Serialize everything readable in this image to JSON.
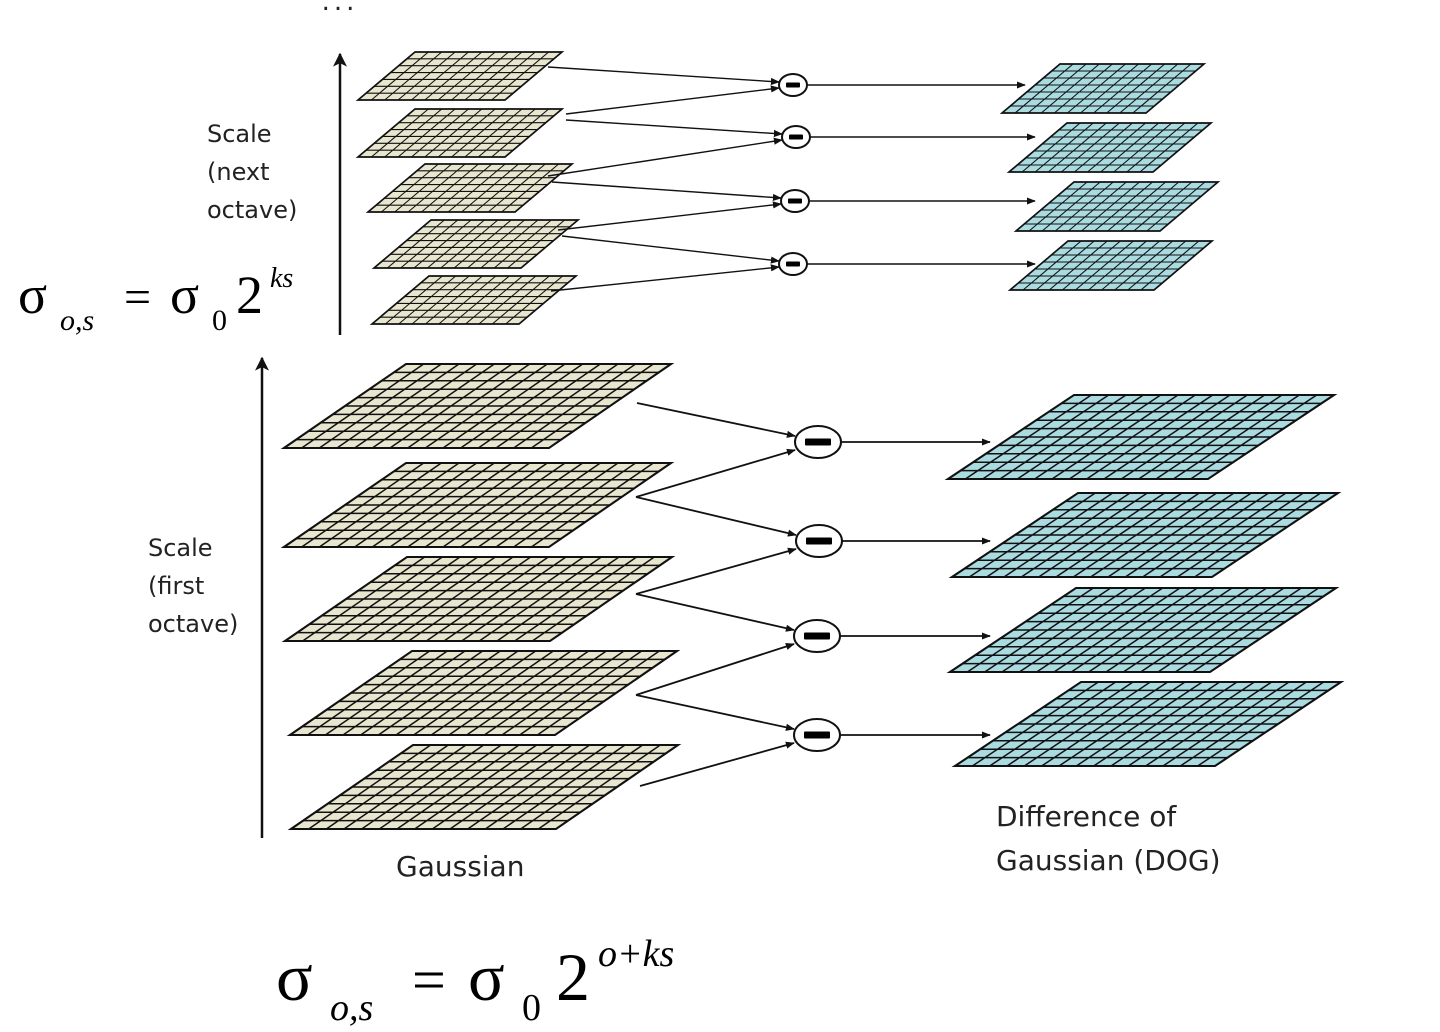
{
  "ellipsis": "...",
  "labels": {
    "next_octave": [
      "Scale",
      "(next",
      "octave)"
    ],
    "first_octave": [
      "Scale",
      "(first",
      "octave)"
    ],
    "gaussian": "Gaussian",
    "dog": [
      "Difference of",
      "Gaussian (DOG)"
    ]
  },
  "formula_top": {
    "sigma": "σ",
    "sub": "o,s",
    "eq": "=",
    "sigma0": "σ",
    "sub0": "0",
    "base": "2",
    "exp": "ks"
  },
  "formula_bottom": {
    "sigma": "σ",
    "sub": "o,s",
    "eq": "=",
    "sigma0": "σ",
    "sub0": "0",
    "base": "2",
    "exp": "o+ks"
  },
  "minus_symbol": "minus-circle-icon",
  "colors": {
    "gaussian_fill": "#e8e6cf",
    "dog_fill": "#a9dbe1",
    "stroke": "#111111"
  },
  "octaves": {
    "next": {
      "gaussian_levels": 5,
      "dog_levels": 4
    },
    "first": {
      "gaussian_levels": 5,
      "dog_levels": 4
    }
  }
}
